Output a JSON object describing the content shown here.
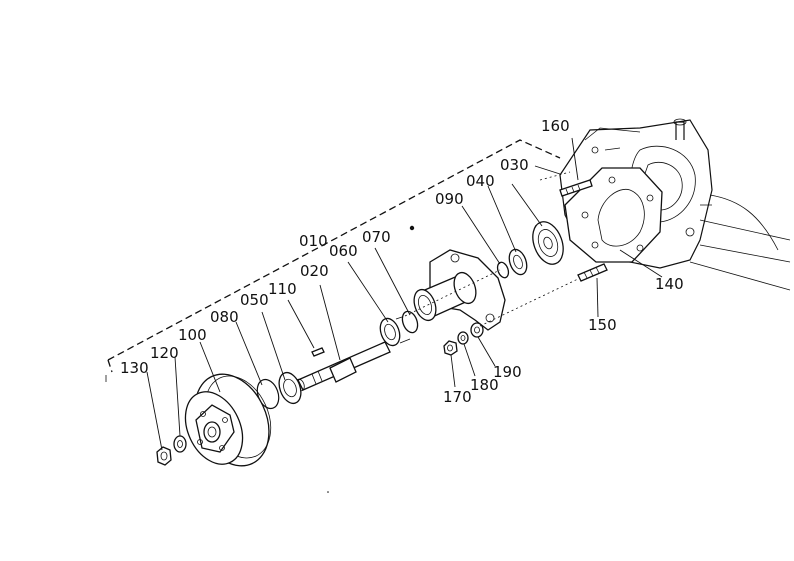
{
  "labels": {
    "p010": "010",
    "p020": "020",
    "p030": "030",
    "p040": "040",
    "p050": "050",
    "p060": "060",
    "p070": "070",
    "p080": "080",
    "p090": "090",
    "p100": "100",
    "p110": "110",
    "p120": "120",
    "p130": "130",
    "p140": "140",
    "p150": "150",
    "p160": "160",
    "p170": "170",
    "p180": "180",
    "p190": "190"
  }
}
